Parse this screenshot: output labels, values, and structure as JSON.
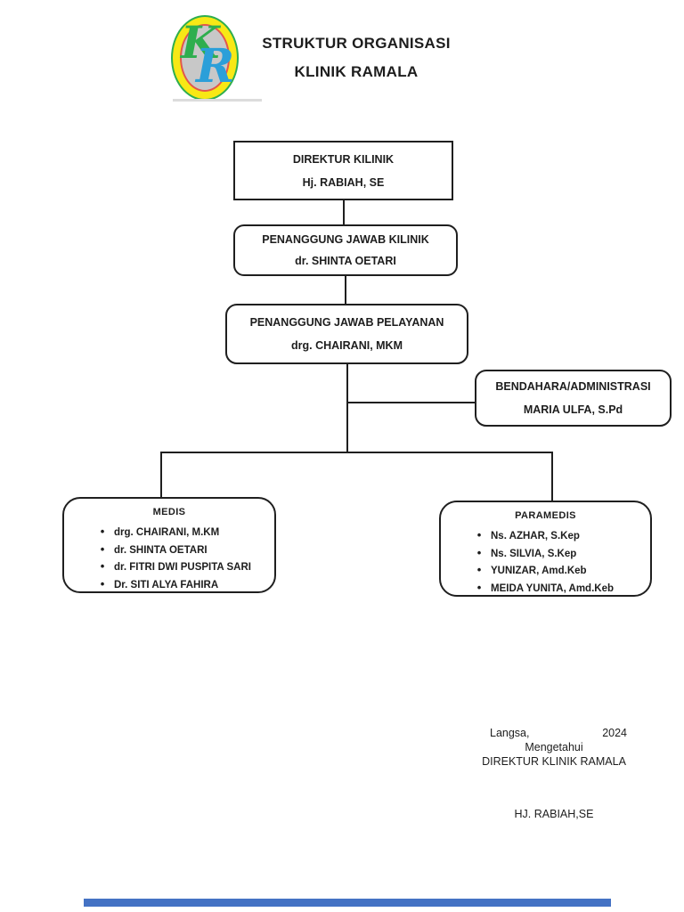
{
  "header": {
    "logo": {
      "letter_k": "K",
      "letter_r": "R"
    },
    "title_line1": "STRUKTUR ORGANISASI",
    "title_line2": "KLINIK RAMALA"
  },
  "org": {
    "direktur": {
      "title": "DIREKTUR KILINIK",
      "name": "Hj. RABIAH, SE"
    },
    "pj_klinik": {
      "title": "PENANGGUNG JAWAB KILINIK",
      "name": "dr. SHINTA OETARI"
    },
    "pj_pelayanan": {
      "title": "PENANGGUNG JAWAB PELAYANAN",
      "name": "drg. CHAIRANI, MKM"
    },
    "bendahara": {
      "title": "BENDAHARA/ADMINISTRASI",
      "name": "MARIA ULFA, S.Pd"
    },
    "medis": {
      "title": "MEDIS",
      "members": [
        "drg. CHAIRANI, M.KM",
        "dr. SHINTA OETARI",
        "dr. FITRI DWI PUSPITA SARI",
        "Dr. SITI ALYA FAHIRA"
      ]
    },
    "paramedis": {
      "title": "PARAMEDIS",
      "members": [
        "Ns. AZHAR, S.Kep",
        "Ns. SILVIA, S.Kep",
        "YUNIZAR, Amd.Keb",
        "MEIDA YUNITA, Amd.Keb"
      ]
    }
  },
  "footer": {
    "place": "Langsa,",
    "year": "2024",
    "mengetahui": "Mengetahui",
    "jabatan": "DIREKTUR KLINIK RAMALA",
    "signature": "HJ. RABIAH,SE"
  },
  "colors": {
    "logo_yellow": "#f8e815",
    "logo_green": "#2eae4e",
    "logo_blue": "#2b9fd9",
    "logo_gray": "#c8c8c8",
    "logo_red": "#e2574c",
    "bottom_bar": "#4472c4"
  }
}
